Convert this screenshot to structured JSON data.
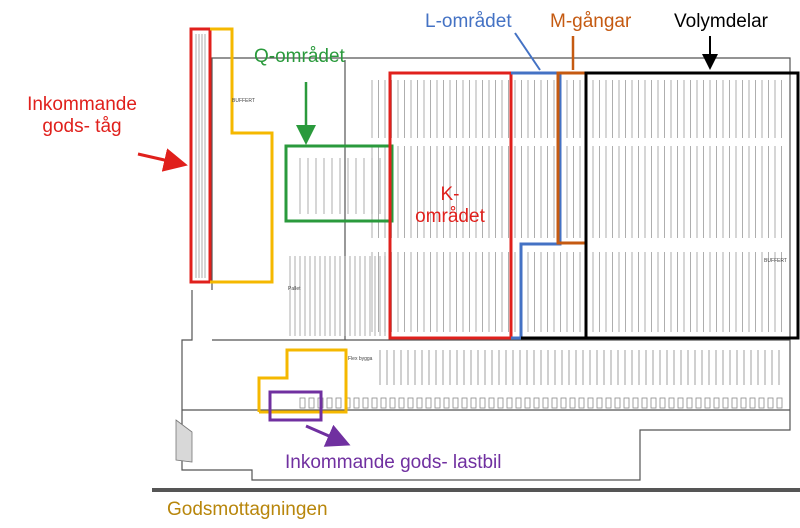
{
  "labels": {
    "incoming_train": {
      "line1": "Inkommande",
      "line2": "gods- tåg",
      "color": "#e0201c"
    },
    "q_area": {
      "text": "Q-området",
      "color": "#2a9a3c"
    },
    "l_area": {
      "text": "L-området",
      "color": "#4472c4"
    },
    "m_aisles": {
      "text": "M-gångar",
      "color": "#c55a11"
    },
    "volume_parts": {
      "text": "Volymdelar",
      "color": "#000000"
    },
    "k_area": {
      "line1": "K-",
      "line2": "området",
      "color": "#e0201c"
    },
    "incoming_truck": {
      "text": "Inkommande gods- lastbil",
      "color": "#7030a0"
    },
    "goods_reception": {
      "text": "Godsmottagningen",
      "color": "#b8860b"
    }
  },
  "floorplan": {
    "tags": [
      "BUFFERT",
      "BUFFERT",
      "Pallet",
      "Flex bygga"
    ]
  },
  "zone_colors": {
    "red": "#e0201c",
    "yellow": "#f5b800",
    "green": "#2a9a3c",
    "blue": "#4472c4",
    "orange": "#c55a11",
    "black": "#000000",
    "purple": "#7030a0"
  }
}
